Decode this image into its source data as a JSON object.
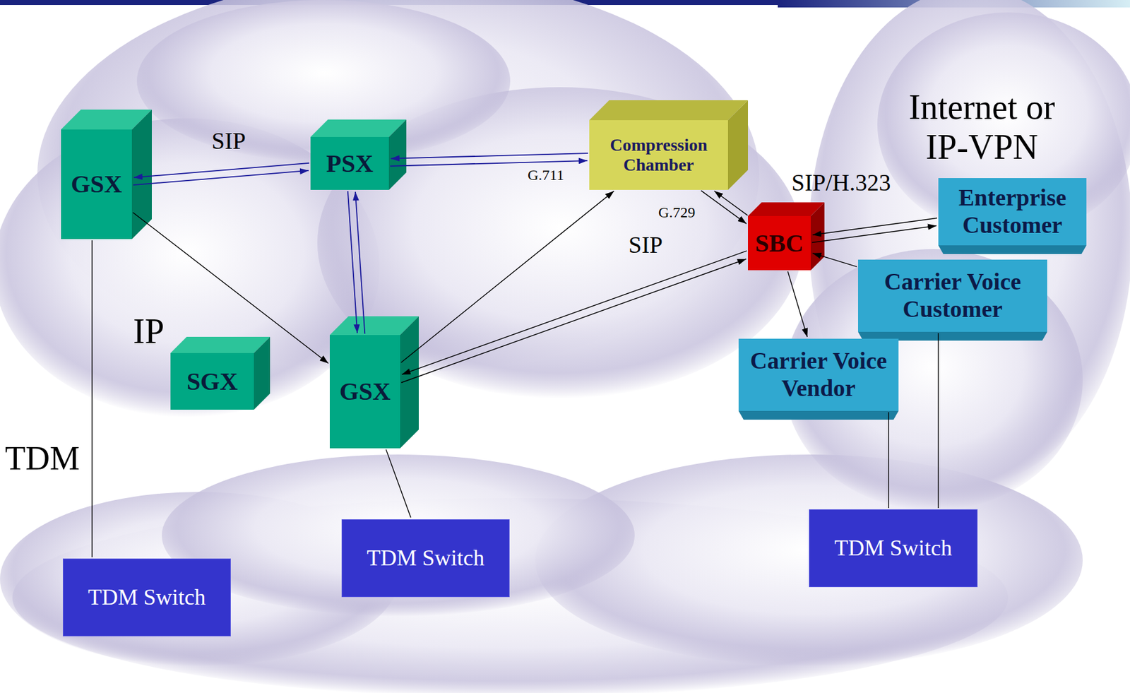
{
  "diagram": {
    "nodes": [
      {
        "text": [
          "GSX"
        ]
      },
      {
        "text": [
          "PSX"
        ]
      },
      {
        "text": [
          "Compression Chamber"
        ]
      },
      {
        "text": [
          "SBC"
        ]
      },
      {
        "text": [
          "Enterprise Customer"
        ]
      },
      {
        "text": [
          "Carrier Voice Customer"
        ]
      },
      {
        "text": [
          "GSX"
        ]
      },
      {
        "text": [
          "SGX"
        ]
      },
      {
        "text": [
          "Carrier Voice Vendor"
        ]
      },
      {
        "text": [
          "TDM Switch"
        ]
      },
      {
        "text": [
          "TDM Switch"
        ]
      },
      {
        "text": [
          "TDM Switch"
        ]
      }
    ],
    "edges": [
      {
        "from": 0,
        "to": 1,
        "arrow": "to"
      },
      {
        "from": 1,
        "to": 0,
        "arrow": "to"
      },
      {
        "from": 1,
        "to": 2,
        "arrow": "to"
      },
      {
        "from": 2,
        "to": 1,
        "arrow": "to"
      },
      {
        "from": 1,
        "to": 6,
        "arrow": "to"
      },
      {
        "from": 6,
        "to": 1,
        "arrow": "to"
      },
      {
        "from": 0,
        "to": 6,
        "arrow": "to"
      },
      {
        "from": 6,
        "to": 2,
        "arrow": "to"
      },
      {
        "from": 2,
        "to": 3,
        "arrow": "to"
      },
      {
        "from": 3,
        "to": 2,
        "arrow": "to"
      },
      {
        "from": 6,
        "to": 3,
        "arrow": "to"
      },
      {
        "from": 3,
        "to": 6,
        "arrow": "to"
      },
      {
        "from": 3,
        "to": 4,
        "arrow": "to"
      },
      {
        "from": 4,
        "to": 3,
        "arrow": "to"
      },
      {
        "from": 5,
        "to": 3,
        "arrow": "to"
      },
      {
        "from": 3,
        "to": 8,
        "arrow": "to"
      },
      {
        "from": 0,
        "to": 9,
        "arrow": "none"
      },
      {
        "from": 6,
        "to": 10,
        "arrow": "none"
      },
      {
        "from": 8,
        "to": 11,
        "arrow": "none"
      },
      {
        "from": 5,
        "to": 11,
        "arrow": "none"
      }
    ],
    "labels": [
      "SIP",
      "G.711",
      "G.729",
      "SIP/H.323",
      "SIP",
      "Internet or IP-VPN",
      "IP",
      "TDM"
    ]
  }
}
